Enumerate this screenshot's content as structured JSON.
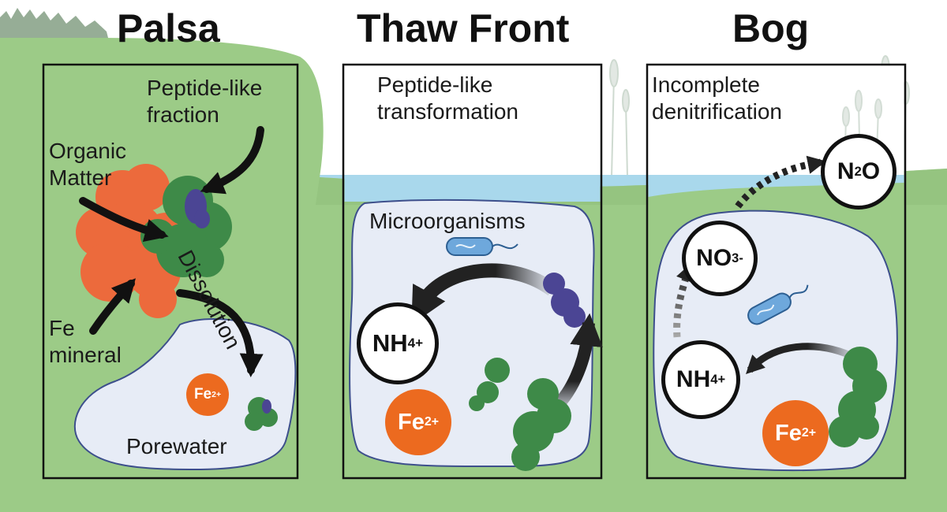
{
  "panels": {
    "palsa": {
      "title": "Palsa",
      "peptide_line1": "Peptide-like",
      "peptide_line2": "fraction",
      "organic_line1": "Organic",
      "organic_line2": "Matter",
      "fe_line1": "Fe",
      "fe_line2": "mineral",
      "dissolution": "Dissolution",
      "porewater": "Porewater",
      "fe_ion": "Fe",
      "fe_charge": "2+"
    },
    "thaw": {
      "title": "Thaw Front",
      "peptide_line1": "Peptide-like",
      "peptide_line2": "transformation",
      "microorganisms": "Microorganisms",
      "nh4": "NH",
      "nh4_sub": "4",
      "nh4_sup": "+",
      "fe_ion": "Fe",
      "fe_charge": "2+"
    },
    "bog": {
      "title": "Bog",
      "incomplete_line1": "Incomplete",
      "incomplete_line2": "denitrification",
      "n2o_n": "N",
      "n2o_sub": "2",
      "n2o_o": "O",
      "no3": "NO",
      "no3_sub": "3",
      "no3_sup": "-",
      "nh4": "NH",
      "nh4_sub": "4",
      "nh4_sup": "+",
      "fe_ion": "Fe",
      "fe_charge": "2+"
    }
  },
  "colors": {
    "ground": "#9ccb87",
    "ground_dark": "#8fbf7a",
    "water": "#a9d8ec",
    "porewater": "#e7ecf6",
    "porewater_border": "#3d4f8c",
    "organic_matter": "#ec6a3c",
    "peptide": "#3e8a48",
    "peptide_core": "#4b4594",
    "fe_ion": "#ec6a1f",
    "arrow": "#111111"
  }
}
